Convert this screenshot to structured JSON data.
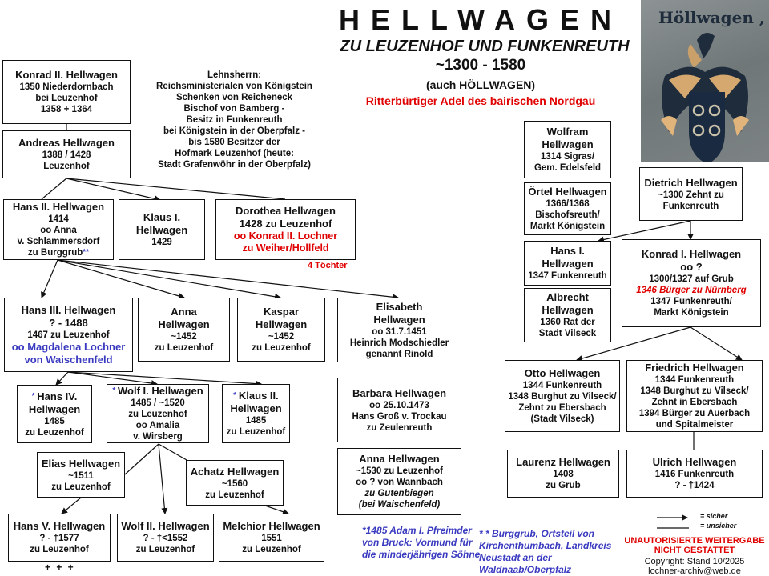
{
  "header": {
    "title": "HELLWAGEN",
    "subtitle": "ZU LEUZENHOF UND FUNKENREUTH",
    "years": "~1300 - 1580",
    "aka": "(auch  HÖLLWAGEN)",
    "nobility": "Ritterbürtiger Adel des bairischen Nordgau"
  },
  "coat_of_arms": {
    "lettering": "Höllwagen ,"
  },
  "lords": {
    "lines": [
      "Lehnsherrn:",
      "Reichsministerialen von Königstein",
      "Schenken von Reicheneck",
      "Bischof von Bamberg -",
      "Besitz in Funkenreuth",
      "bei Königstein in der Oberpfalz -",
      "bis 1580 Besitzer der",
      "Hofmark Leuzenhof (heute:",
      "Stadt Grafenwöhr in der Oberpfalz)"
    ]
  },
  "boxes": [
    {
      "id": "konrad2",
      "lines": [
        {
          "s": "t",
          "v": "Konrad II. Hellwagen"
        },
        {
          "s": "n",
          "v": "1350 Niederdornbach"
        },
        {
          "s": "n",
          "v": "bei Leuzenhof"
        },
        {
          "s": "n",
          "v": "1358 + 1364"
        }
      ]
    },
    {
      "id": "andreas",
      "lines": [
        {
          "s": "t",
          "v": "Andreas Hellwagen"
        },
        {
          "s": "n",
          "v": "1388 / 1428"
        },
        {
          "s": "n",
          "v": "Leuzenhof"
        }
      ]
    },
    {
      "id": "hans2",
      "lines": [
        {
          "s": "t",
          "v": "Hans II. Hellwagen"
        },
        {
          "s": "n",
          "v": "1414"
        },
        {
          "s": "n",
          "v": "oo Anna"
        },
        {
          "s": "n",
          "v": "v. Schlammersdorf"
        },
        {
          "s": "n",
          "v": "zu Burggrub",
          "suffix": "**"
        }
      ]
    },
    {
      "id": "klaus1",
      "lines": [
        {
          "s": "t",
          "v": "Klaus I."
        },
        {
          "s": "t",
          "v": "Hellwagen"
        },
        {
          "s": "n",
          "v": "1429"
        }
      ]
    },
    {
      "id": "dorothea",
      "lines": [
        {
          "s": "t",
          "v": "Dorothea Hellwagen"
        },
        {
          "s": "t",
          "v": "1428 zu Leuzenhof"
        },
        {
          "s": "r",
          "v": "oo Konrad II. Lochner"
        },
        {
          "s": "r",
          "v": "zu Weiher/Hollfeld"
        }
      ]
    },
    {
      "id": "hans3",
      "lines": [
        {
          "s": "t",
          "v": "Hans III. Hellwagen"
        },
        {
          "s": "t",
          "v": "? - 1488"
        },
        {
          "s": "n",
          "v": "1467 zu Leuzenhof"
        },
        {
          "s": "b",
          "v": "oo Magdalena Lochner"
        },
        {
          "s": "b",
          "v": "von Waischenfeld"
        }
      ]
    },
    {
      "id": "anna1",
      "lines": [
        {
          "s": "t",
          "v": "Anna"
        },
        {
          "s": "t",
          "v": "Hellwagen"
        },
        {
          "s": "n",
          "v": "~1452"
        },
        {
          "s": "n",
          "v": "zu Leuzenhof"
        }
      ]
    },
    {
      "id": "kaspar",
      "lines": [
        {
          "s": "t",
          "v": "Kaspar"
        },
        {
          "s": "t",
          "v": "Hellwagen"
        },
        {
          "s": "n",
          "v": "~1452"
        },
        {
          "s": "n",
          "v": "zu Leuzenhof"
        }
      ]
    },
    {
      "id": "elisabeth",
      "lines": [
        {
          "s": "t",
          "v": "Elisabeth"
        },
        {
          "s": "t",
          "v": "Hellwagen"
        },
        {
          "s": "n",
          "v": "oo 31.7.1451"
        },
        {
          "s": "n",
          "v": "Heinrich Modschiedler"
        },
        {
          "s": "n",
          "v": "genannt Rinold"
        }
      ]
    },
    {
      "id": "hans4",
      "lines": [
        {
          "s": "t",
          "v": "Hans IV.",
          "prefix": "* "
        },
        {
          "s": "t",
          "v": "Hellwagen"
        },
        {
          "s": "n",
          "v": "1485"
        },
        {
          "s": "n",
          "v": "zu Leuzenhof"
        }
      ]
    },
    {
      "id": "wolf1",
      "lines": [
        {
          "s": "t",
          "v": "Wolf I. Hellwagen",
          "prefix": "* "
        },
        {
          "s": "n",
          "v": "1485 / ~1520"
        },
        {
          "s": "n",
          "v": "zu Leuzenhof"
        },
        {
          "s": "n",
          "v": "oo Amalia"
        },
        {
          "s": "n",
          "v": "v. Wirsberg"
        }
      ]
    },
    {
      "id": "klaus2",
      "lines": [
        {
          "s": "t",
          "v": "Klaus II.",
          "prefix": "* "
        },
        {
          "s": "t",
          "v": "Hellwagen"
        },
        {
          "s": "n",
          "v": "1485"
        },
        {
          "s": "n",
          "v": "zu Leuzenhof"
        }
      ]
    },
    {
      "id": "elias",
      "lines": [
        {
          "s": "t",
          "v": "Elias Hellwagen"
        },
        {
          "s": "n",
          "v": "~1511"
        },
        {
          "s": "n",
          "v": "zu Leuzenhof"
        }
      ]
    },
    {
      "id": "achatz",
      "lines": [
        {
          "s": "t",
          "v": "Achatz Hellwagen"
        },
        {
          "s": "n",
          "v": "~1560"
        },
        {
          "s": "n",
          "v": "zu Leuzenhof"
        }
      ]
    },
    {
      "id": "hans5",
      "lines": [
        {
          "s": "t",
          "v": "Hans V. Hellwagen"
        },
        {
          "s": "n",
          "v": "? - †1577"
        },
        {
          "s": "n",
          "v": "zu Leuzenhof"
        }
      ]
    },
    {
      "id": "wolf2",
      "lines": [
        {
          "s": "t",
          "v": "Wolf II. Hellwagen"
        },
        {
          "s": "n",
          "v": "? - †<1552"
        },
        {
          "s": "n",
          "v": "zu Leuzenhof"
        }
      ]
    },
    {
      "id": "melchior",
      "lines": [
        {
          "s": "t",
          "v": "Melchior Hellwagen"
        },
        {
          "s": "n",
          "v": "1551"
        },
        {
          "s": "n",
          "v": "zu Leuzenhof"
        }
      ]
    },
    {
      "id": "barbara",
      "lines": [
        {
          "s": "t",
          "v": "Barbara Hellwagen"
        },
        {
          "s": "n",
          "v": "oo 25.10.1473"
        },
        {
          "s": "n",
          "v": "Hans Groß v. Trockau"
        },
        {
          "s": "n",
          "v": "zu Zeulenreuth"
        }
      ]
    },
    {
      "id": "anna2",
      "lines": [
        {
          "s": "t",
          "v": "Anna Hellwagen"
        },
        {
          "s": "n",
          "v": "~1530 zu Leuzenhof"
        },
        {
          "s": "n",
          "v": "oo ? von Wannbach"
        },
        {
          "s": "i",
          "v": "zu Gutenbiegen"
        },
        {
          "s": "i",
          "v": "(bei Waischenfeld)"
        }
      ]
    },
    {
      "id": "wolfram",
      "lines": [
        {
          "s": "t",
          "v": "Wolfram"
        },
        {
          "s": "t",
          "v": "Hellwagen"
        },
        {
          "s": "n",
          "v": "1314 Sigras/"
        },
        {
          "s": "n",
          "v": "Gem. Edelsfeld"
        }
      ]
    },
    {
      "id": "oertel",
      "lines": [
        {
          "s": "t",
          "v": "Örtel Hellwagen"
        },
        {
          "s": "n",
          "v": "1366/1368"
        },
        {
          "s": "n",
          "v": "Bischofsreuth/"
        },
        {
          "s": "n",
          "v": "Markt Königstein"
        }
      ]
    },
    {
      "id": "dietrich",
      "lines": [
        {
          "s": "t",
          "v": "Dietrich Hellwagen"
        },
        {
          "s": "n",
          "v": "~1300 Zehnt zu"
        },
        {
          "s": "n",
          "v": "Funkenreuth"
        }
      ]
    },
    {
      "id": "hans1",
      "lines": [
        {
          "s": "t",
          "v": "Hans I."
        },
        {
          "s": "t",
          "v": "Hellwagen"
        },
        {
          "s": "n",
          "v": "1347 Funkenreuth"
        }
      ]
    },
    {
      "id": "albrecht",
      "lines": [
        {
          "s": "t",
          "v": "Albrecht"
        },
        {
          "s": "t",
          "v": "Hellwagen"
        },
        {
          "s": "n",
          "v": "1360 Rat der"
        },
        {
          "s": "n",
          "v": "Stadt Vilseck"
        }
      ]
    },
    {
      "id": "konrad1",
      "lines": [
        {
          "s": "t",
          "v": "Konrad I. Hellwagen"
        },
        {
          "s": "t",
          "v": "oo ?"
        },
        {
          "s": "n",
          "v": "1300/1327 auf Grub"
        },
        {
          "s": "ri",
          "v": "1346 Bürger zu Nürnberg"
        },
        {
          "s": "n",
          "v": "1347 Funkenreuth/"
        },
        {
          "s": "n",
          "v": "Markt Königstein"
        }
      ]
    },
    {
      "id": "otto",
      "lines": [
        {
          "s": "t",
          "v": "Otto Hellwagen"
        },
        {
          "s": "n",
          "v": "1344 Funkenreuth"
        },
        {
          "s": "n",
          "v": "1348 Burghut zu Vilseck/"
        },
        {
          "s": "n",
          "v": "Zehnt zu Ebersbach"
        },
        {
          "s": "n",
          "v": "(Stadt Vilseck)"
        }
      ]
    },
    {
      "id": "friedrich",
      "lines": [
        {
          "s": "t",
          "v": "Friedrich Hellwagen"
        },
        {
          "s": "n",
          "v": "1344 Funkenreuth"
        },
        {
          "s": "n",
          "v": "1348 Burghut zu Vilseck/"
        },
        {
          "s": "n",
          "v": "Zehnt in Ebersbach"
        },
        {
          "s": "n",
          "v": "1394 Bürger zu Auerbach"
        },
        {
          "s": "n",
          "v": "und Spitalmeister"
        }
      ]
    },
    {
      "id": "laurenz",
      "lines": [
        {
          "s": "t",
          "v": "Laurenz Hellwagen"
        },
        {
          "s": "n",
          "v": "1408"
        },
        {
          "s": "n",
          "v": "zu Grub"
        }
      ]
    },
    {
      "id": "ulrich",
      "lines": [
        {
          "s": "t",
          "v": "Ulrich Hellwagen"
        },
        {
          "s": "n",
          "v": "1416 Funkenreuth"
        },
        {
          "s": "n",
          "v": "? - †1424"
        }
      ]
    }
  ],
  "annotations": {
    "toechter": "4 Töchter",
    "plus": "+ + +",
    "note1": "*1485 Adam I. Pfreimder von Bruck: Vormund für die minderjährigen Söhne",
    "note2": "* * Burggrub, Ortsteil von Kirchenthumbach, Landkreis Neustadt an der Waldnaab/Oberpfalz"
  },
  "legend": {
    "certain": "= sicher",
    "uncertain": "= unsicher"
  },
  "footer": {
    "warning_1": "UNAUTORISIERTE  WEITERGABE",
    "warning_2": "NICHT GESTATTET",
    "copyright": "Copyright: Stand 10/2025",
    "email": "lochner-archiv@web.de"
  },
  "colors": {
    "red": "#e00000",
    "blue": "#3a3ac0"
  }
}
